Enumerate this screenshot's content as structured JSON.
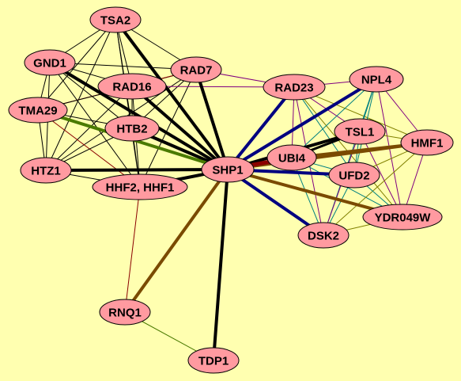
{
  "background_color": "#ffffb0",
  "node_fill_color": "#ff9aa0",
  "edge_colors": {
    "black": "#000000",
    "navy": "#000080",
    "brown": "#7a4a00",
    "olive": "#4a7a00",
    "purple": "#800080",
    "maroon": "#8b0000",
    "teal": "#008080",
    "khaki": "#808000"
  },
  "nodes": [
    {
      "id": "TSA2",
      "label": "TSA2"
    },
    {
      "id": "GND1",
      "label": "GND1"
    },
    {
      "id": "RAD7",
      "label": "RAD7"
    },
    {
      "id": "RAD16",
      "label": "RAD16"
    },
    {
      "id": "TMA29",
      "label": "TMA29"
    },
    {
      "id": "HTB2",
      "label": "HTB2"
    },
    {
      "id": "HTZ1",
      "label": "HTZ1"
    },
    {
      "id": "HHF2",
      "label": "HHF2, HHF1"
    },
    {
      "id": "SHP1",
      "label": "SHP1"
    },
    {
      "id": "RAD23",
      "label": "RAD23"
    },
    {
      "id": "NPL4",
      "label": "NPL4"
    },
    {
      "id": "TSL1",
      "label": "TSL1"
    },
    {
      "id": "UBI4",
      "label": "UBI4"
    },
    {
      "id": "HMF1",
      "label": "HMF1"
    },
    {
      "id": "UFD2",
      "label": "UFD2"
    },
    {
      "id": "YDR049W",
      "label": "YDR049W"
    },
    {
      "id": "DSK2",
      "label": "DSK2"
    },
    {
      "id": "RNQ1",
      "label": "RNQ1"
    },
    {
      "id": "TDP1",
      "label": "TDP1"
    }
  ],
  "edges": [
    {
      "source": "SHP1",
      "target": "TSA2",
      "color": "black",
      "weight": 4
    },
    {
      "source": "SHP1",
      "target": "GND1",
      "color": "black",
      "weight": 4
    },
    {
      "source": "SHP1",
      "target": "RAD7",
      "color": "black",
      "weight": 4
    },
    {
      "source": "SHP1",
      "target": "RAD16",
      "color": "black",
      "weight": 4
    },
    {
      "source": "SHP1",
      "target": "HTB2",
      "color": "black",
      "weight": 4
    },
    {
      "source": "SHP1",
      "target": "HTZ1",
      "color": "black",
      "weight": 4
    },
    {
      "source": "SHP1",
      "target": "HHF2",
      "color": "black",
      "weight": 4
    },
    {
      "source": "SHP1",
      "target": "TDP1",
      "color": "black",
      "weight": 4
    },
    {
      "source": "SHP1",
      "target": "TMA29",
      "color": "olive",
      "weight": 4
    },
    {
      "source": "SHP1",
      "target": "RAD23",
      "color": "navy",
      "weight": 4
    },
    {
      "source": "SHP1",
      "target": "NPL4",
      "color": "navy",
      "weight": 4
    },
    {
      "source": "SHP1",
      "target": "UFD2",
      "color": "navy",
      "weight": 4
    },
    {
      "source": "SHP1",
      "target": "DSK2",
      "color": "navy",
      "weight": 4
    },
    {
      "source": "SHP1",
      "target": "TSL1",
      "color": "black",
      "weight": 4
    },
    {
      "source": "SHP1",
      "target": "UBI4",
      "color": "maroon",
      "weight": 5
    },
    {
      "source": "SHP1",
      "target": "HMF1",
      "color": "brown",
      "weight": 4
    },
    {
      "source": "SHP1",
      "target": "YDR049W",
      "color": "brown",
      "weight": 4
    },
    {
      "source": "SHP1",
      "target": "RNQ1",
      "color": "brown",
      "weight": 4
    },
    {
      "source": "TSA2",
      "target": "GND1",
      "color": "black",
      "weight": 1
    },
    {
      "source": "TSA2",
      "target": "RAD7",
      "color": "black",
      "weight": 1
    },
    {
      "source": "TSA2",
      "target": "RAD16",
      "color": "black",
      "weight": 1
    },
    {
      "source": "TSA2",
      "target": "TMA29",
      "color": "black",
      "weight": 1
    },
    {
      "source": "TSA2",
      "target": "HTB2",
      "color": "black",
      "weight": 1
    },
    {
      "source": "TSA2",
      "target": "HTZ1",
      "color": "black",
      "weight": 1
    },
    {
      "source": "TSA2",
      "target": "HHF2",
      "color": "black",
      "weight": 1
    },
    {
      "source": "GND1",
      "target": "RAD7",
      "color": "black",
      "weight": 1
    },
    {
      "source": "GND1",
      "target": "RAD16",
      "color": "black",
      "weight": 1
    },
    {
      "source": "GND1",
      "target": "TMA29",
      "color": "black",
      "weight": 1
    },
    {
      "source": "GND1",
      "target": "HTB2",
      "color": "black",
      "weight": 1
    },
    {
      "source": "GND1",
      "target": "HTZ1",
      "color": "black",
      "weight": 1
    },
    {
      "source": "GND1",
      "target": "HHF2",
      "color": "black",
      "weight": 1
    },
    {
      "source": "RAD7",
      "target": "RAD16",
      "color": "black",
      "weight": 1
    },
    {
      "source": "RAD7",
      "target": "TMA29",
      "color": "maroon",
      "weight": 1
    },
    {
      "source": "RAD7",
      "target": "HTB2",
      "color": "black",
      "weight": 1
    },
    {
      "source": "RAD7",
      "target": "HTZ1",
      "color": "black",
      "weight": 1
    },
    {
      "source": "RAD7",
      "target": "HHF2",
      "color": "black",
      "weight": 1
    },
    {
      "source": "RAD7",
      "target": "RAD23",
      "color": "purple",
      "weight": 1
    },
    {
      "source": "RAD16",
      "target": "TMA29",
      "color": "black",
      "weight": 1
    },
    {
      "source": "RAD16",
      "target": "HTB2",
      "color": "black",
      "weight": 1
    },
    {
      "source": "RAD16",
      "target": "HTZ1",
      "color": "black",
      "weight": 1
    },
    {
      "source": "RAD16",
      "target": "HHF2",
      "color": "black",
      "weight": 1
    },
    {
      "source": "RAD16",
      "target": "RAD23",
      "color": "purple",
      "weight": 1
    },
    {
      "source": "TMA29",
      "target": "HTB2",
      "color": "black",
      "weight": 1
    },
    {
      "source": "TMA29",
      "target": "HTZ1",
      "color": "black",
      "weight": 1
    },
    {
      "source": "TMA29",
      "target": "HHF2",
      "color": "maroon",
      "weight": 1
    },
    {
      "source": "HTB2",
      "target": "HTZ1",
      "color": "black",
      "weight": 1
    },
    {
      "source": "HTB2",
      "target": "HHF2",
      "color": "black",
      "weight": 1
    },
    {
      "source": "HTZ1",
      "target": "HHF2",
      "color": "black",
      "weight": 1
    },
    {
      "source": "HHF2",
      "target": "RNQ1",
      "color": "maroon",
      "weight": 1
    },
    {
      "source": "RAD23",
      "target": "NPL4",
      "color": "purple",
      "weight": 1
    },
    {
      "source": "RAD23",
      "target": "TSL1",
      "color": "purple",
      "weight": 1
    },
    {
      "source": "RAD23",
      "target": "UBI4",
      "color": "purple",
      "weight": 1
    },
    {
      "source": "RAD23",
      "target": "HMF1",
      "color": "khaki",
      "weight": 1
    },
    {
      "source": "RAD23",
      "target": "UFD2",
      "color": "teal",
      "weight": 1
    },
    {
      "source": "RAD23",
      "target": "YDR049W",
      "color": "khaki",
      "weight": 1
    },
    {
      "source": "RAD23",
      "target": "DSK2",
      "color": "purple",
      "weight": 1
    },
    {
      "source": "NPL4",
      "target": "TSL1",
      "color": "teal",
      "weight": 1
    },
    {
      "source": "NPL4",
      "target": "UBI4",
      "color": "teal",
      "weight": 1
    },
    {
      "source": "NPL4",
      "target": "HMF1",
      "color": "purple",
      "weight": 1
    },
    {
      "source": "NPL4",
      "target": "UFD2",
      "color": "teal",
      "weight": 1
    },
    {
      "source": "NPL4",
      "target": "YDR049W",
      "color": "purple",
      "weight": 1
    },
    {
      "source": "NPL4",
      "target": "DSK2",
      "color": "teal",
      "weight": 1
    },
    {
      "source": "TSL1",
      "target": "UBI4",
      "color": "black",
      "weight": 3
    },
    {
      "source": "TSL1",
      "target": "HMF1",
      "color": "khaki",
      "weight": 1
    },
    {
      "source": "TSL1",
      "target": "UFD2",
      "color": "teal",
      "weight": 1
    },
    {
      "source": "TSL1",
      "target": "YDR049W",
      "color": "purple",
      "weight": 1
    },
    {
      "source": "TSL1",
      "target": "DSK2",
      "color": "purple",
      "weight": 1
    },
    {
      "source": "UBI4",
      "target": "HMF1",
      "color": "brown",
      "weight": 3
    },
    {
      "source": "UBI4",
      "target": "UFD2",
      "color": "teal",
      "weight": 1
    },
    {
      "source": "UBI4",
      "target": "YDR049W",
      "color": "teal",
      "weight": 1
    },
    {
      "source": "UBI4",
      "target": "DSK2",
      "color": "teal",
      "weight": 1
    },
    {
      "source": "HMF1",
      "target": "UFD2",
      "color": "khaki",
      "weight": 1
    },
    {
      "source": "HMF1",
      "target": "YDR049W",
      "color": "purple",
      "weight": 1
    },
    {
      "source": "HMF1",
      "target": "DSK2",
      "color": "khaki",
      "weight": 1
    },
    {
      "source": "UFD2",
      "target": "YDR049W",
      "color": "teal",
      "weight": 1
    },
    {
      "source": "UFD2",
      "target": "DSK2",
      "color": "teal",
      "weight": 1
    },
    {
      "source": "YDR049W",
      "target": "DSK2",
      "color": "khaki",
      "weight": 1
    },
    {
      "source": "RNQ1",
      "target": "TDP1",
      "color": "olive",
      "weight": 1
    }
  ]
}
